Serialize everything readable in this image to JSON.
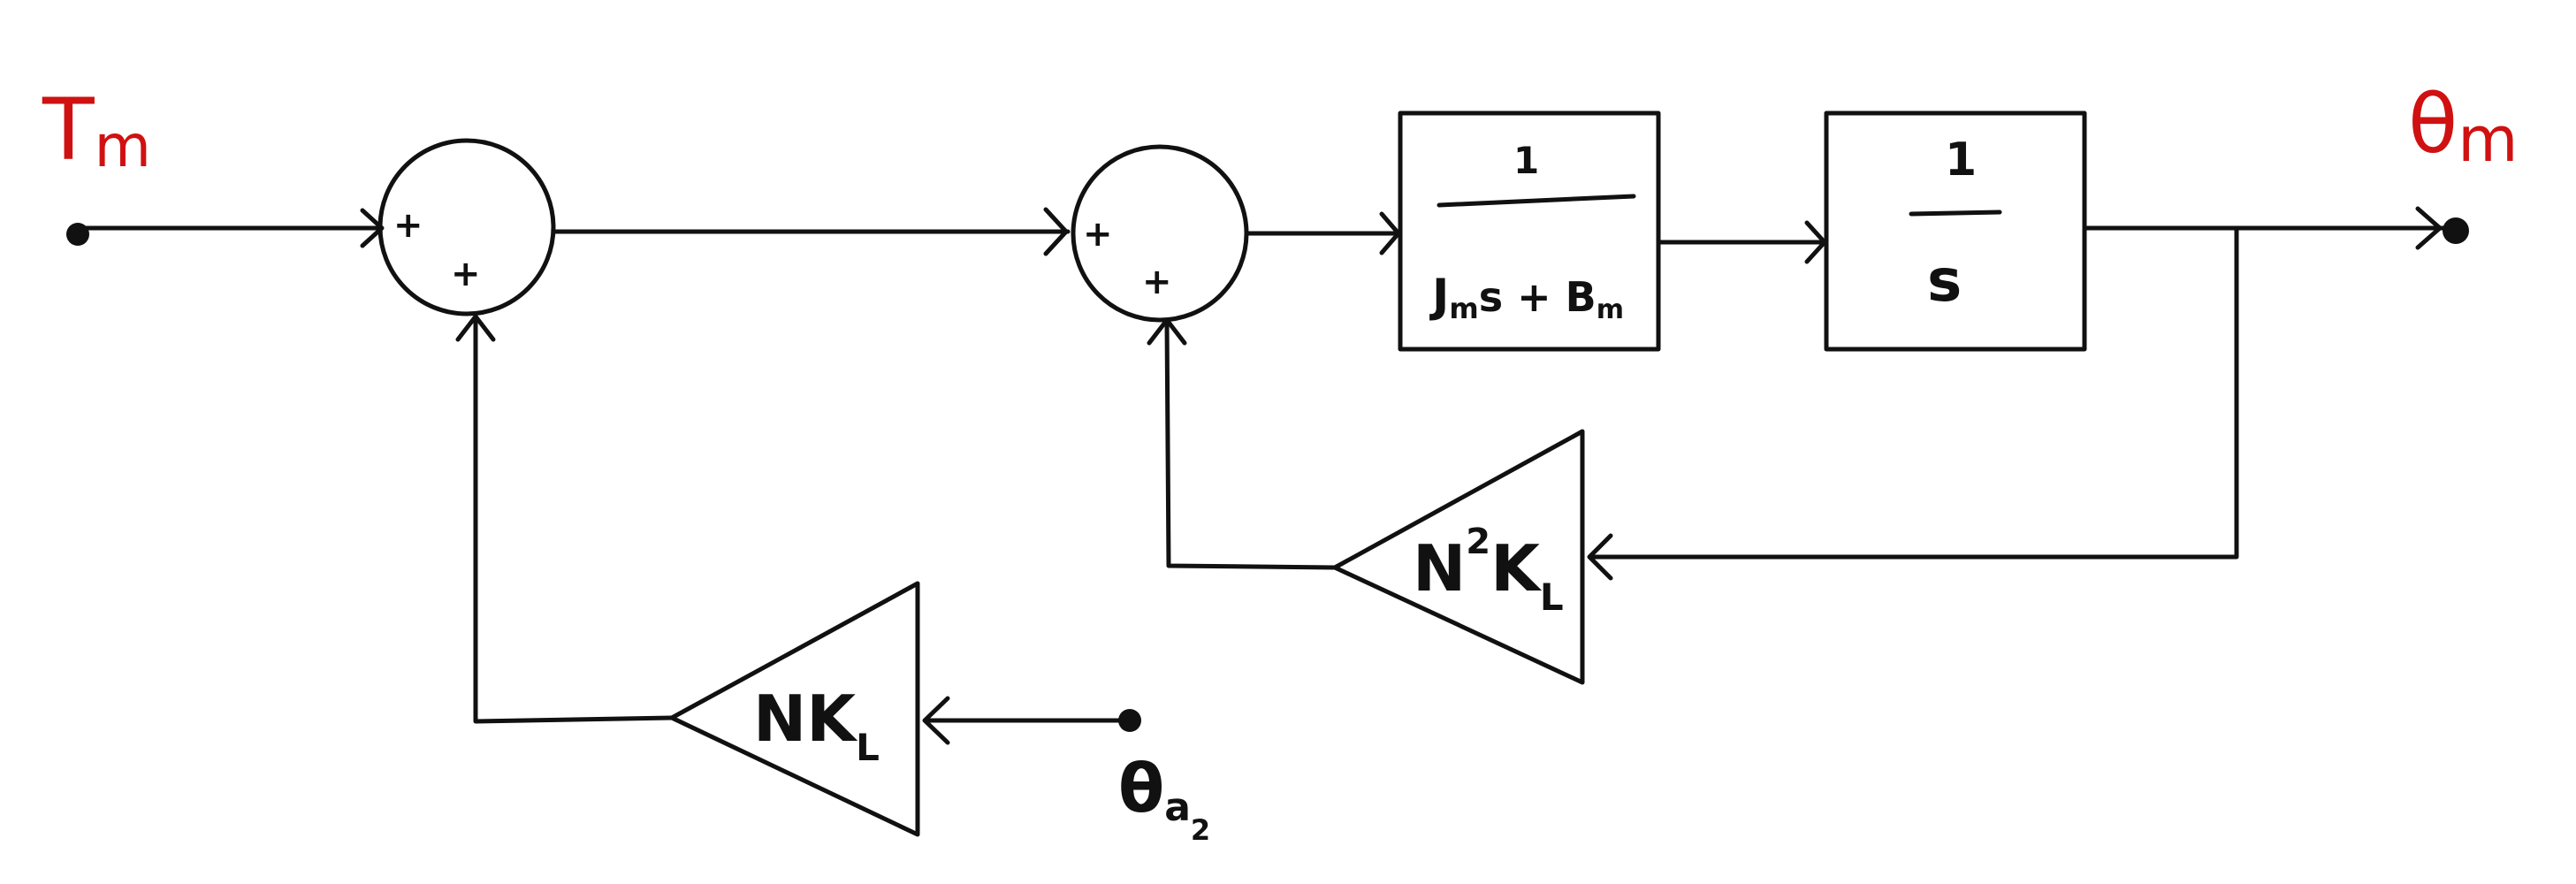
{
  "input_signal": "T",
  "input_subscript": "m",
  "output_signal": "θ",
  "output_subscript": "m",
  "disturbance_signal": "θ",
  "disturbance_subscript": "a",
  "disturbance_subsubscript": "2",
  "sum1": {
    "sign_top": "+",
    "sign_bottom": "+"
  },
  "sum2": {
    "sign_top": "+",
    "sign_bottom": "+"
  },
  "block_plant": {
    "numerator": "1",
    "den_J": "J",
    "den_J_sub": "m",
    "den_mid": "s + B",
    "den_B_sub": "m"
  },
  "block_integrator": {
    "numerator": "1",
    "denominator": "s"
  },
  "gain_outer": {
    "N": "N",
    "K": "K",
    "K_sub": "L"
  },
  "gain_inner": {
    "N": "N",
    "N_sup": "2",
    "K": "K",
    "K_sub": "L"
  },
  "colors": {
    "line": "#111111",
    "signal_highlight": "#d01111"
  }
}
